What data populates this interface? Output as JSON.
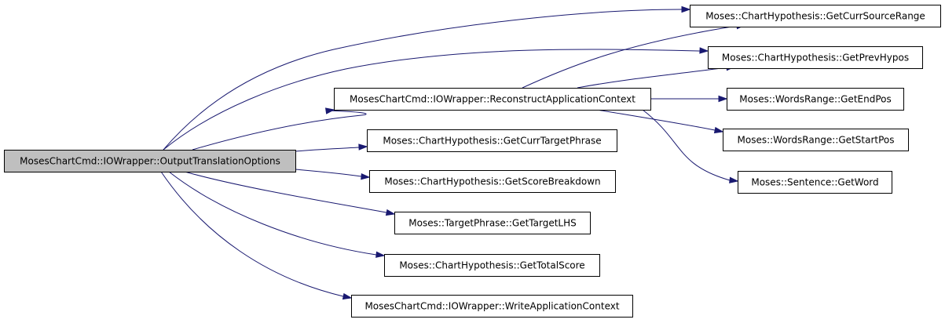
{
  "graph": {
    "nodes": [
      {
        "id": "root",
        "label": "MosesChartCmd::IOWrapper::OutputTranslationOptions",
        "root": true
      },
      {
        "id": "reconstruct",
        "label": "MosesChartCmd::IOWrapper::ReconstructApplicationContext"
      },
      {
        "id": "currTargetPhrase",
        "label": "Moses::ChartHypothesis::GetCurrTargetPhrase"
      },
      {
        "id": "scoreBreakdown",
        "label": "Moses::ChartHypothesis::GetScoreBreakdown"
      },
      {
        "id": "targetLHS",
        "label": "Moses::TargetPhrase::GetTargetLHS"
      },
      {
        "id": "totalScore",
        "label": "Moses::ChartHypothesis::GetTotalScore"
      },
      {
        "id": "writeAppContext",
        "label": "MosesChartCmd::IOWrapper::WriteApplicationContext"
      },
      {
        "id": "currSourceRange",
        "label": "Moses::ChartHypothesis::GetCurrSourceRange"
      },
      {
        "id": "prevHypos",
        "label": "Moses::ChartHypothesis::GetPrevHypos"
      },
      {
        "id": "endPos",
        "label": "Moses::WordsRange::GetEndPos"
      },
      {
        "id": "startPos",
        "label": "Moses::WordsRange::GetStartPos"
      },
      {
        "id": "getWord",
        "label": "Moses::Sentence::GetWord"
      }
    ],
    "edges": [
      [
        "root",
        "currSourceRange"
      ],
      [
        "root",
        "prevHypos"
      ],
      [
        "root",
        "reconstruct"
      ],
      [
        "root",
        "currTargetPhrase"
      ],
      [
        "root",
        "scoreBreakdown"
      ],
      [
        "root",
        "targetLHS"
      ],
      [
        "root",
        "totalScore"
      ],
      [
        "root",
        "writeAppContext"
      ],
      [
        "reconstruct",
        "currSourceRange"
      ],
      [
        "reconstruct",
        "prevHypos"
      ],
      [
        "reconstruct",
        "endPos"
      ],
      [
        "reconstruct",
        "startPos"
      ],
      [
        "reconstruct",
        "getWord"
      ]
    ],
    "colors": {
      "edge": "#191970",
      "root_fill": "#bfbfbf",
      "node_fill": "#ffffff",
      "border": "#000000"
    }
  }
}
